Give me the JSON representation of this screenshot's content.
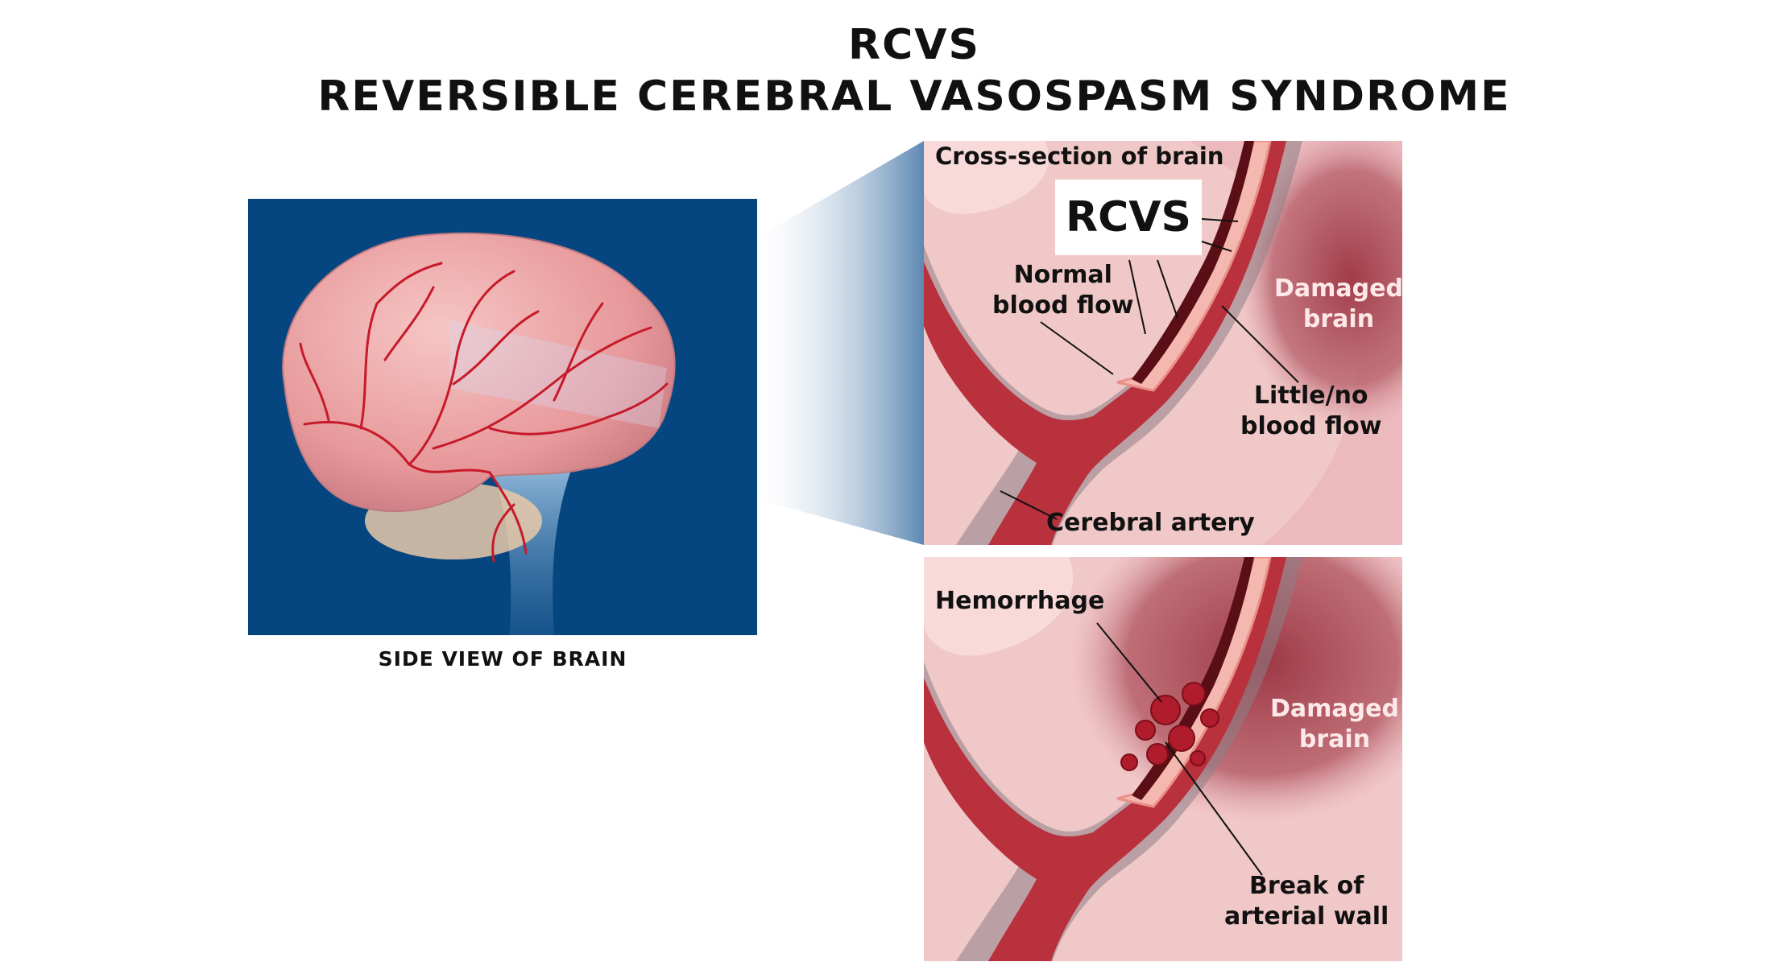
{
  "title": {
    "line1": "RCVS",
    "line2": "REVERSIBLE CEREBRAL VASOSPASM SYNDROME"
  },
  "side_view": {
    "caption": "SIDE VIEW OF BRAIN"
  },
  "panel_top": {
    "heading": "Cross-section of brain",
    "box_label": "RCVS",
    "normal_flow": [
      "Normal",
      "blood flow"
    ],
    "damaged": [
      "Damaged",
      "brain"
    ],
    "little_flow": [
      "Little/no",
      "blood flow"
    ],
    "artery": "Cerebral artery"
  },
  "panel_bottom": {
    "hemorrhage": "Hemorrhage",
    "damaged": [
      "Damaged",
      "brain"
    ],
    "break": [
      "Break of",
      "arterial wall"
    ]
  },
  "colors": {
    "brain_bg": "#064680",
    "tissue": "#f1c8c8",
    "artery": "#b8313c",
    "damage": "#a8454f"
  }
}
